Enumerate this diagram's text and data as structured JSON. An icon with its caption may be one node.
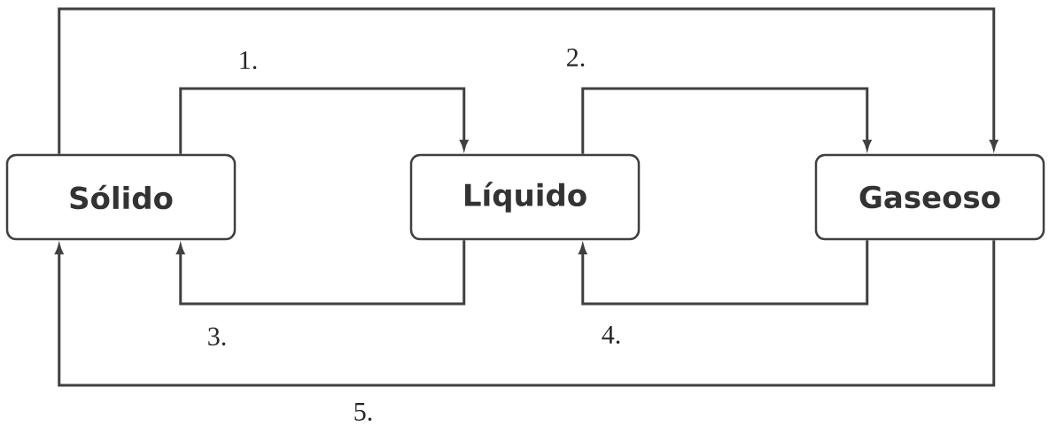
{
  "diagram": {
    "nodes": [
      {
        "text": [
          "Sólido"
        ]
      },
      {
        "text": [
          "Líquido"
        ]
      },
      {
        "text": [
          "Gaseoso"
        ]
      }
    ],
    "edges": [
      {
        "from": 0,
        "to": 2,
        "arrow": "to"
      },
      {
        "from": 0,
        "to": 1,
        "arrow": "to",
        "label": "1."
      },
      {
        "from": 1,
        "to": 2,
        "arrow": "to",
        "label": "2."
      },
      {
        "from": 1,
        "to": 0,
        "arrow": "to",
        "label": "3."
      },
      {
        "from": 2,
        "to": 1,
        "arrow": "to",
        "label": "4."
      },
      {
        "from": 2,
        "to": 0,
        "arrow": "to",
        "label": "5."
      }
    ]
  }
}
